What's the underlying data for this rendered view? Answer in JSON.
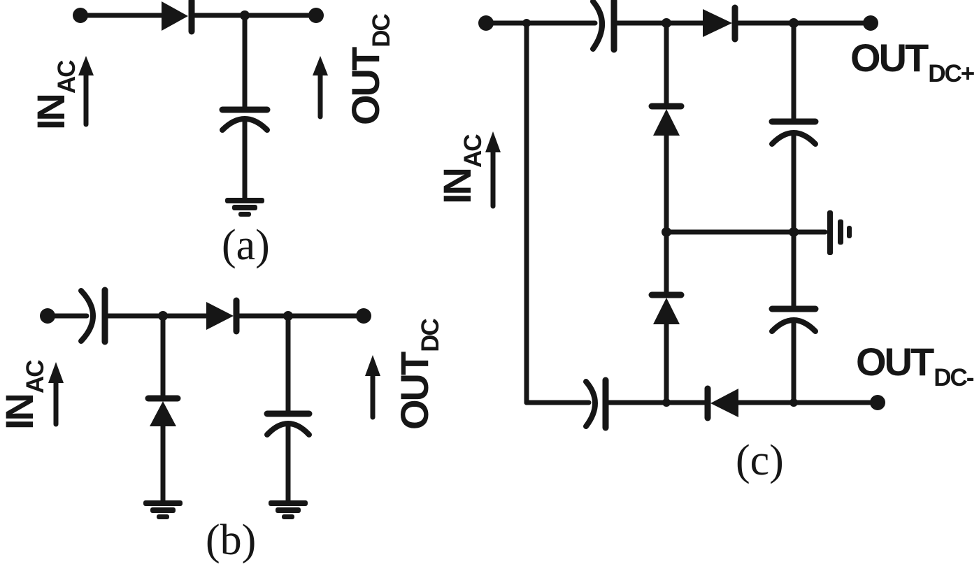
{
  "figure": {
    "background_color": "#ffffff",
    "ink_color": "#161616",
    "circuits": {
      "a": {
        "caption": "(a)",
        "input": {
          "main": "IN",
          "sub": "AC"
        },
        "output": {
          "main": "OUT",
          "sub": "DC"
        }
      },
      "b": {
        "caption": "(b)",
        "input": {
          "main": "IN",
          "sub": "AC"
        },
        "output": {
          "main": "OUT",
          "sub": "DC"
        }
      },
      "c": {
        "caption": "(c)",
        "input": {
          "main": "IN",
          "sub": "AC"
        },
        "output_positive": {
          "main": "OUT",
          "sub": "DC+"
        },
        "output_negative": {
          "main": "OUT",
          "sub": "DC-"
        }
      }
    }
  }
}
